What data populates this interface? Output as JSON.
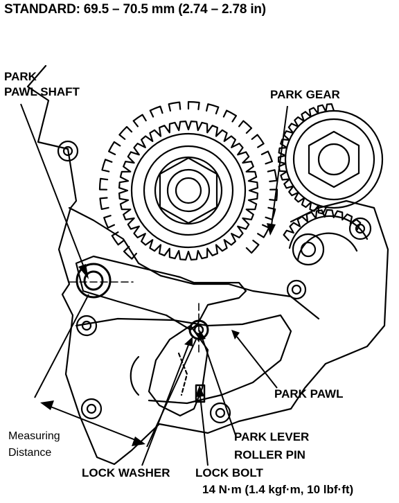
{
  "standard": "STANDARD: 69.5 – 70.5 mm (2.74 – 2.78 in)",
  "labels": {
    "park_pawl_shaft_line1": "PARK",
    "park_pawl_shaft_line2": "PAWL SHAFT",
    "park_gear": "PARK GEAR",
    "park_pawl": "PARK PAWL",
    "measuring_line1": "Measuring",
    "measuring_line2": "Distance",
    "park_lever_line1": "PARK LEVER",
    "park_lever_line2": "ROLLER PIN",
    "lock_washer": "LOCK WASHER",
    "lock_bolt": "LOCK BOLT",
    "torque": "14 N·m (1.4 kgf·m, 10 lbf·ft)"
  }
}
